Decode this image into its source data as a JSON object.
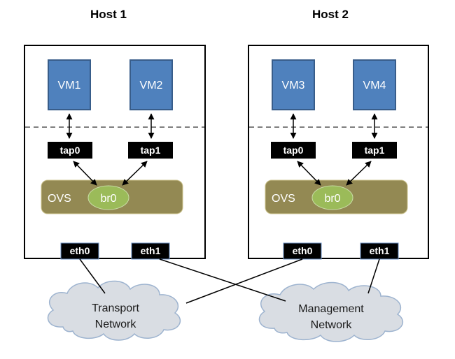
{
  "hosts": [
    {
      "title": "Host 1",
      "vms": [
        "VM1",
        "VM2"
      ],
      "taps": [
        "tap0",
        "tap1"
      ],
      "ovs": "OVS",
      "bridge": "br0",
      "eths": [
        "eth0",
        "eth1"
      ]
    },
    {
      "title": "Host 2",
      "vms": [
        "VM3",
        "VM4"
      ],
      "taps": [
        "tap0",
        "tap1"
      ],
      "ovs": "OVS",
      "bridge": "br0",
      "eths": [
        "eth0",
        "eth1"
      ]
    }
  ],
  "networks": {
    "transport": [
      "Transport",
      "Network"
    ],
    "management": [
      "Management",
      "Network"
    ]
  },
  "colors": {
    "vm_fill": "#4f81bd",
    "vm_stroke": "#385d8a",
    "port_fill": "#000000",
    "ovs_fill": "#938953",
    "bridge_fill": "#9bbb59",
    "cloud_fill": "#d9dde3",
    "cloud_stroke": "#9db3cf",
    "divider": "#7f7f7f"
  }
}
